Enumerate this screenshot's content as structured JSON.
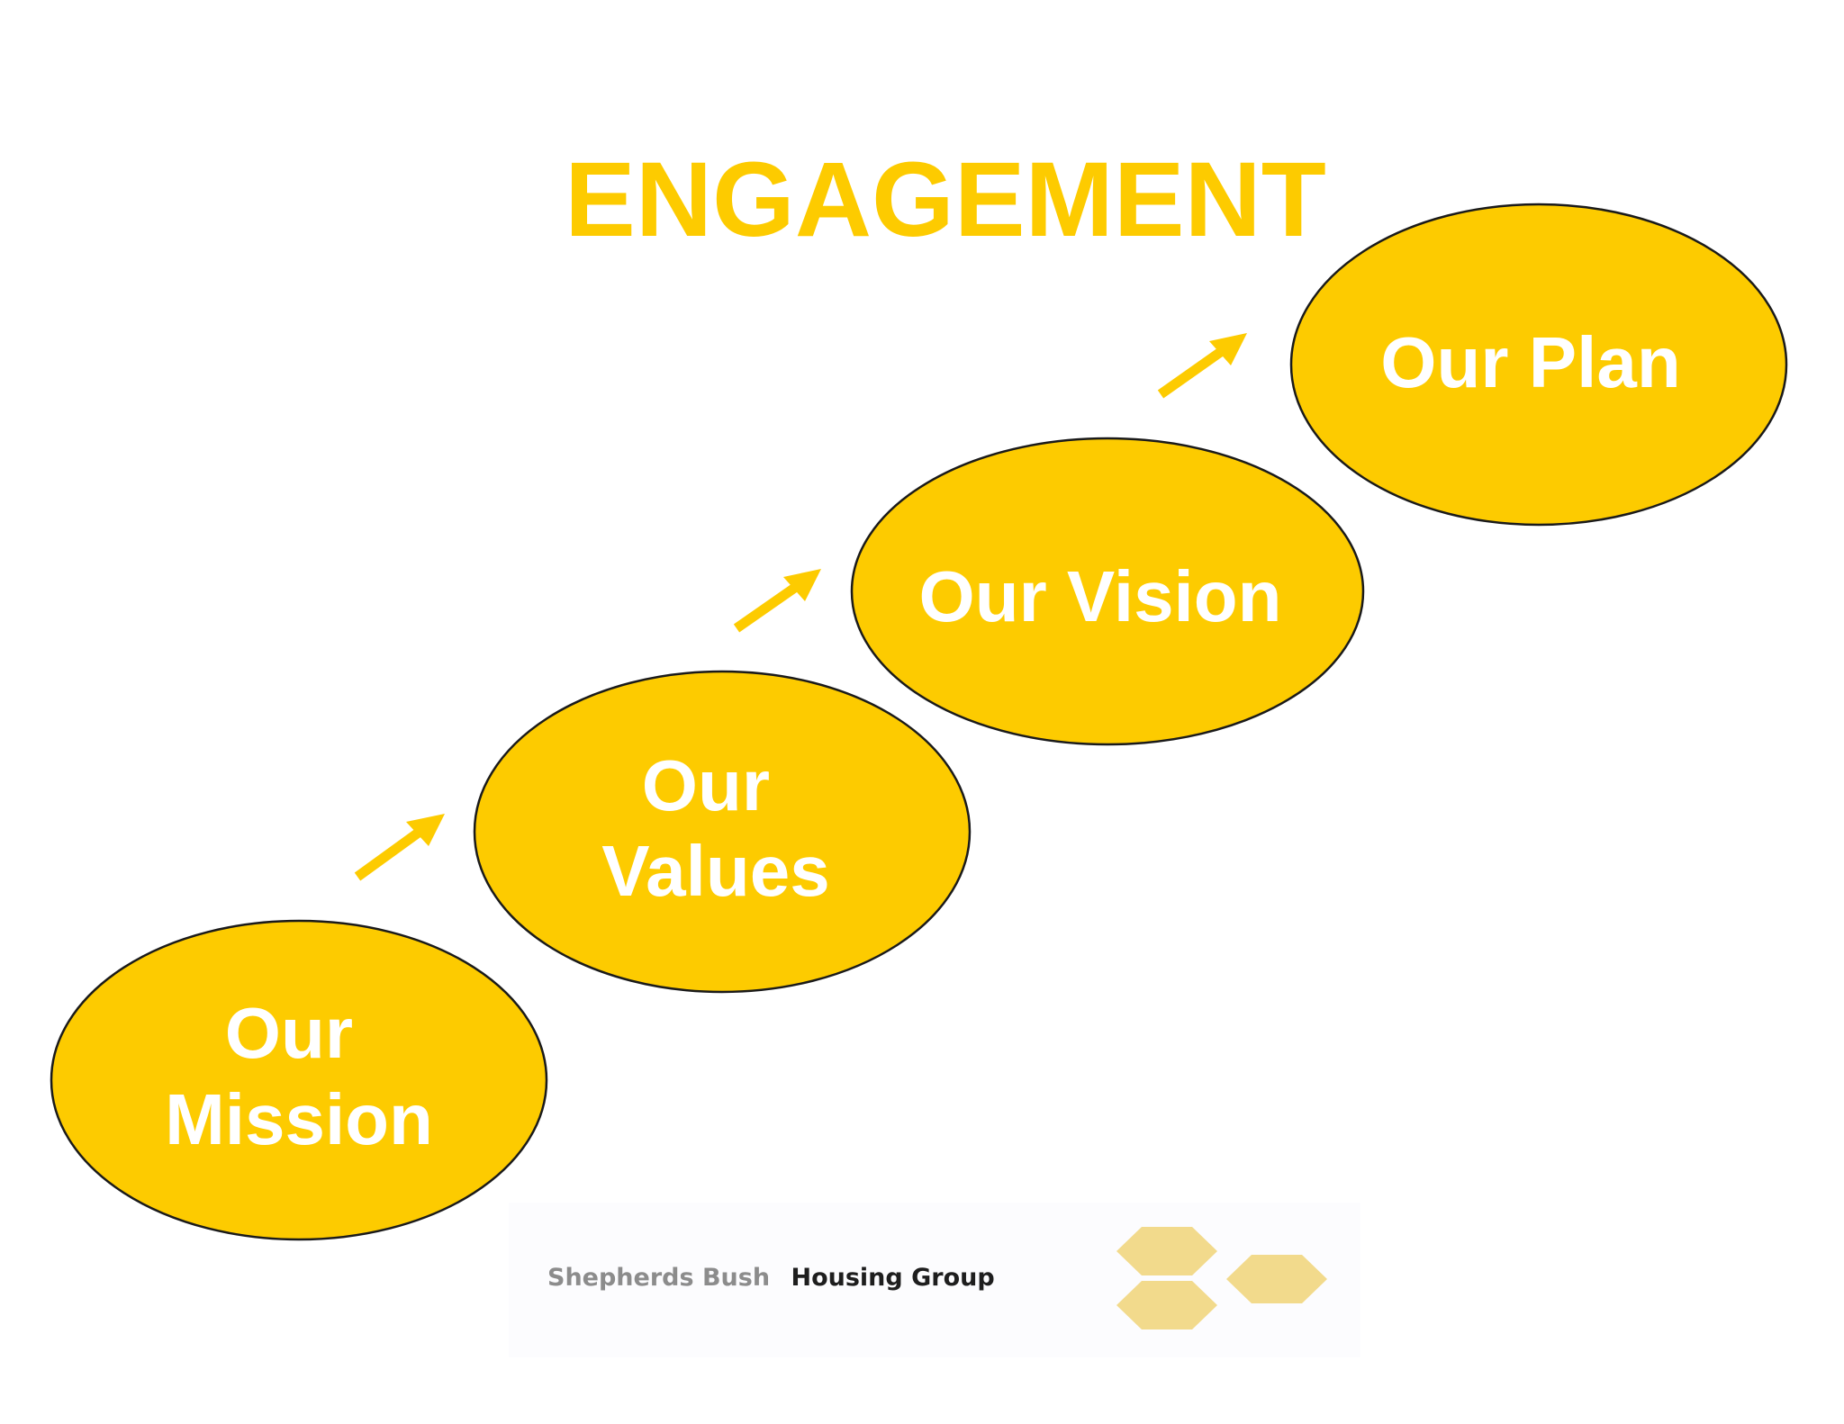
{
  "title": "ENGAGEMENT",
  "colors": {
    "accent": "#FDCB00",
    "node_text": "#FFFFFF",
    "node_outline": "#1A1A1A",
    "logo_grey": "#8C8C8C",
    "logo_dark": "#1E1E1E",
    "logo_hex": "#F2DA8C"
  },
  "nodes": [
    {
      "id": "mission",
      "lines": [
        "Our",
        "Mission"
      ]
    },
    {
      "id": "values",
      "lines": [
        "Our",
        "Values"
      ]
    },
    {
      "id": "vision",
      "lines": [
        "Our Vision"
      ]
    },
    {
      "id": "plan",
      "lines": [
        "Our Plan"
      ]
    }
  ],
  "arrows": [
    {
      "from": "mission",
      "to": "values"
    },
    {
      "from": "values",
      "to": "vision"
    },
    {
      "from": "vision",
      "to": "plan"
    }
  ],
  "logo": {
    "name_light": "Shepherds Bush",
    "name_dark": "Housing Group",
    "icon": "honeycomb-hexagons-icon"
  }
}
